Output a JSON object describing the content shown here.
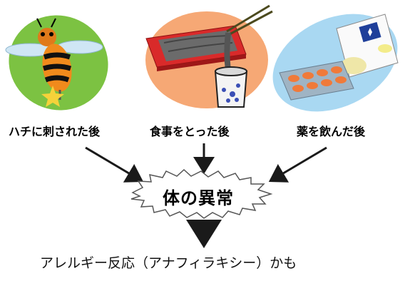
{
  "triggers": [
    {
      "label": "ハチに刺された後",
      "icon": "bee-icon",
      "bg": "#7cc242"
    },
    {
      "label": "食事をとった後",
      "icon": "meal-icon",
      "bg": "#f6a875"
    },
    {
      "label": "薬を飲んだ後",
      "icon": "medicine-icon",
      "bg": "#a9d8f2"
    }
  ],
  "center": {
    "label": "体の異常"
  },
  "result": {
    "label": "アレルギー反応（アナフィラキシー）かも"
  }
}
